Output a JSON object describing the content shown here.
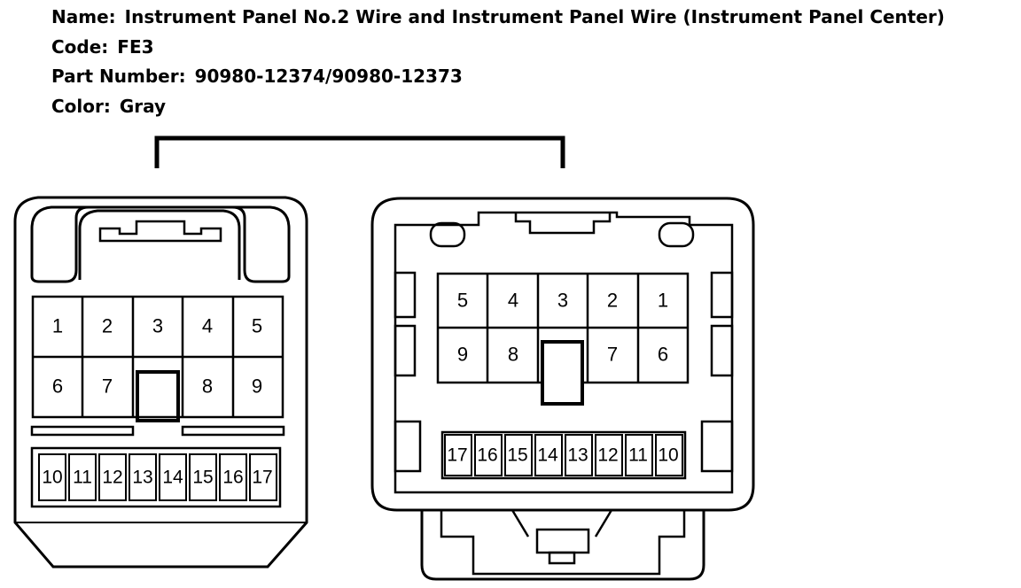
{
  "info": {
    "name_label": "Name:",
    "name_value": "Instrument Panel No.2 Wire and Instrument Panel Wire (Instrument Panel Center)",
    "code_label": "Code:",
    "code_value": "FE3",
    "part_label": "Part Number:",
    "part_value": "90980-12374/90980-12373",
    "color_label": "Color:",
    "color_value": "Gray"
  },
  "colors": {
    "line": "#000000",
    "background": "#ffffff"
  },
  "connector_left": {
    "upper_row": [
      "1",
      "2",
      "3",
      "4",
      "5"
    ],
    "middle_row": [
      "6",
      "7",
      "8",
      "9"
    ],
    "lower_row": [
      "10",
      "11",
      "12",
      "13",
      "14",
      "15",
      "16",
      "17"
    ]
  },
  "connector_right": {
    "upper_row": [
      "5",
      "4",
      "3",
      "2",
      "1"
    ],
    "middle_row": [
      "9",
      "8",
      "7",
      "6"
    ],
    "lower_row": [
      "17",
      "16",
      "15",
      "14",
      "13",
      "12",
      "11",
      "10"
    ]
  }
}
